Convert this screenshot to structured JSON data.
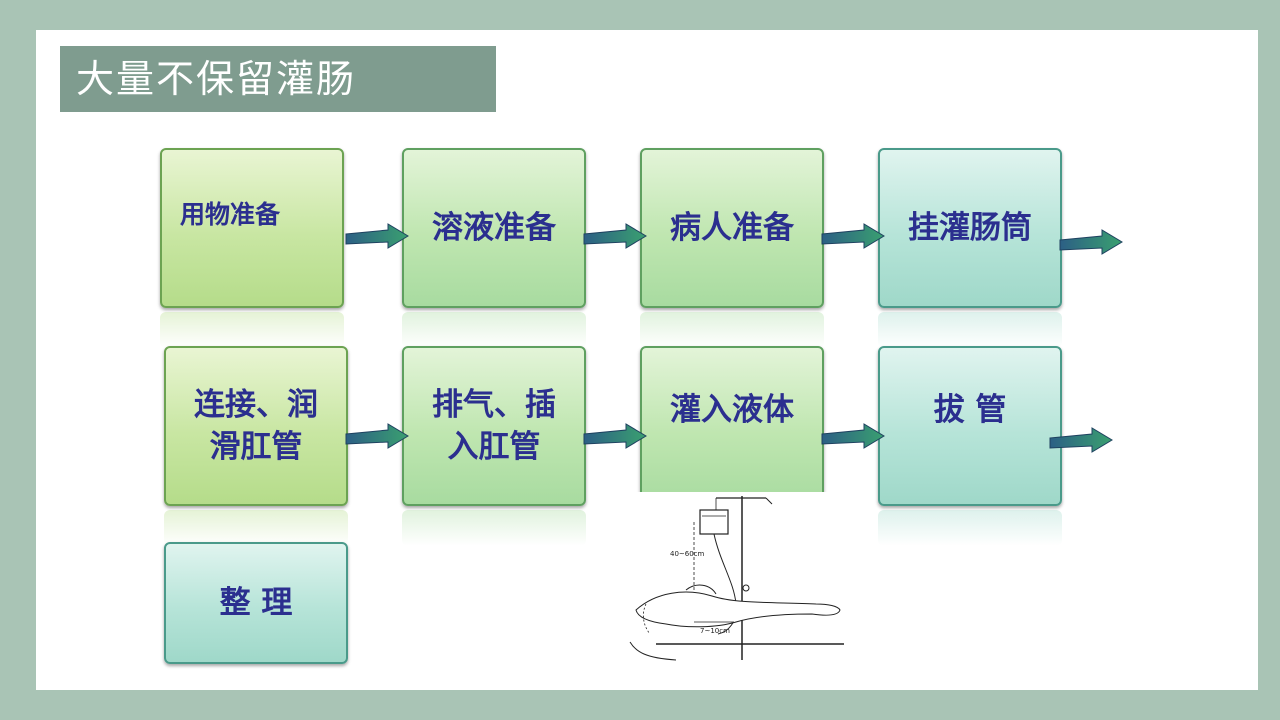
{
  "title": "大量不保留灌肠",
  "steps": [
    {
      "label": "用物准备"
    },
    {
      "label": "溶液准备"
    },
    {
      "label": "病人准备"
    },
    {
      "label": "挂灌肠筒"
    },
    {
      "label_line1": "连接、润",
      "label_line2": "滑肛管"
    },
    {
      "label_line1": "排气、插",
      "label_line2": "入肛管"
    },
    {
      "label": "灌入液体"
    },
    {
      "label": "拔 管"
    },
    {
      "label": "整 理"
    }
  ],
  "illustration": {
    "height_label": "40~60cm",
    "depth_label": "7~10cm"
  },
  "colors": {
    "background": "#a9c4b5",
    "title_bg": "#7f9c8f",
    "text": "#2b2f8f",
    "arrow": "#2f6f8f"
  }
}
